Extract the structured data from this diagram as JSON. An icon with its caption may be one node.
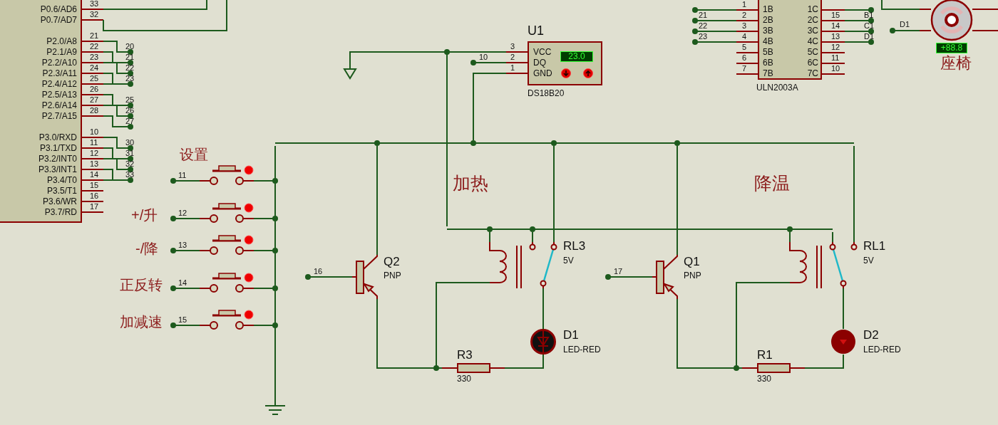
{
  "diagram": {
    "nodes": [
      {
        "text": [
          "P0.6/AD6",
          "P0.7/AD7",
          "P2.0/A8",
          "P2.1/A9",
          "P2.2/A10",
          "P2.3/A11",
          "P2.4/A12",
          "P2.5/A13",
          "P2.6/A14",
          "P2.7/A15",
          "P3.0/RXD",
          "P3.1/TXD",
          "P3.2/INT0",
          "P3.3/INT1",
          "P3.4/T0",
          "P3.5/T1",
          "P3.6/WR",
          "P3.7/RD"
        ]
      },
      {
        "text": [
          "U1",
          "VCC",
          "DQ",
          "GND",
          "23.0"
        ],
        "beside": [
          "DS18B20"
        ]
      },
      {
        "text": [
          "1B",
          "2B",
          "3B",
          "4B",
          "5B",
          "6B",
          "7B",
          "1C",
          "2C",
          "3C",
          "4C",
          "5C",
          "6C",
          "7C"
        ],
        "beside": [
          "ULN2003A",
          "1",
          "2",
          "3",
          "4",
          "5",
          "6",
          "7",
          "15",
          "14",
          "13",
          "12",
          "11",
          "10",
          "21",
          "22",
          "23",
          "B1",
          "C1",
          "D1"
        ]
      },
      {
        "text": [],
        "shape": "circle",
        "beside": [
          "+88.8",
          "座椅",
          "D1"
        ]
      },
      {
        "text": [],
        "shape": "ground"
      },
      {
        "text": [],
        "shape": "switch",
        "beside": [
          "设置",
          "11"
        ]
      },
      {
        "text": [],
        "shape": "switch",
        "beside": [
          "+/升",
          "12"
        ]
      },
      {
        "text": [],
        "shape": "switch",
        "beside": [
          "-/降",
          "13"
        ]
      },
      {
        "text": [],
        "shape": "switch",
        "beside": [
          "正反转",
          "14"
        ]
      },
      {
        "text": [],
        "shape": "switch",
        "beside": [
          "加减速",
          "15"
        ]
      },
      {
        "text": [],
        "shape": "transistor",
        "beside": [
          "Q2",
          "PNP",
          "16"
        ]
      },
      {
        "text": [],
        "shape": "relay",
        "beside": [
          "RL3",
          "5V"
        ]
      },
      {
        "text": [],
        "shape": "circle",
        "beside": [
          "D1",
          "LED-RED"
        ]
      },
      {
        "text": [],
        "shape": "box",
        "beside": [
          "R3",
          "330"
        ]
      },
      {
        "text": [],
        "shape": "transistor",
        "beside": [
          "Q1",
          "PNP",
          "17"
        ]
      },
      {
        "text": [],
        "shape": "relay",
        "beside": [
          "RL1",
          "5V"
        ]
      },
      {
        "text": [],
        "shape": "circle",
        "beside": [
          "D2",
          "LED-RED"
        ]
      },
      {
        "text": [],
        "shape": "box",
        "beside": [
          "R1",
          "330"
        ]
      },
      {
        "text": [],
        "shape": "ground"
      },
      {
        "text": [],
        "shape": "bar"
      },
      {
        "text": [],
        "shape": "bar"
      }
    ],
    "edges": [
      {
        "from": 5,
        "to": 18,
        "arrow": "none"
      },
      {
        "from": 6,
        "to": 18,
        "arrow": "none"
      },
      {
        "from": 7,
        "to": 18,
        "arrow": "none"
      },
      {
        "from": 8,
        "to": 18,
        "arrow": "none"
      },
      {
        "from": 9,
        "to": 18,
        "arrow": "none"
      },
      {
        "from": 1,
        "to": 4,
        "arrow": "none"
      },
      {
        "from": 10,
        "to": 13,
        "arrow": "none"
      },
      {
        "from": 11,
        "to": 13,
        "arrow": "none"
      },
      {
        "from": 11,
        "to": 12,
        "arrow": "none"
      },
      {
        "from": 13,
        "to": 12,
        "arrow": "none"
      },
      {
        "from": 14,
        "to": 17,
        "arrow": "none"
      },
      {
        "from": 15,
        "to": 17,
        "arrow": "none"
      },
      {
        "from": 15,
        "to": 16,
        "arrow": "none"
      },
      {
        "from": 17,
        "to": 16,
        "arrow": "none"
      },
      {
        "from": 19,
        "to": 18,
        "arrow": "none"
      },
      {
        "from": 10,
        "to": 19,
        "arrow": "none"
      },
      {
        "from": 1,
        "to": 19,
        "arrow": "none"
      },
      {
        "from": 11,
        "to": 19,
        "arrow": "none"
      },
      {
        "from": 14,
        "to": 19,
        "arrow": "none"
      },
      {
        "from": 15,
        "to": 19,
        "arrow": "none"
      },
      {
        "from": 1,
        "to": 20,
        "arrow": "none"
      },
      {
        "from": 11,
        "to": 20,
        "arrow": "none"
      },
      {
        "from": 15,
        "to": 20,
        "arrow": "none"
      }
    ],
    "labels": [
      "33",
      "32",
      "21",
      "22",
      "23",
      "24",
      "25",
      "26",
      "27",
      "28",
      "10",
      "11",
      "12",
      "13",
      "14",
      "15",
      "16",
      "17",
      "20",
      "21",
      "22",
      "23",
      "25",
      "26",
      "27",
      "30",
      "31",
      "32",
      "33",
      "3",
      "2",
      "1",
      "10",
      "加热",
      "降温"
    ]
  }
}
